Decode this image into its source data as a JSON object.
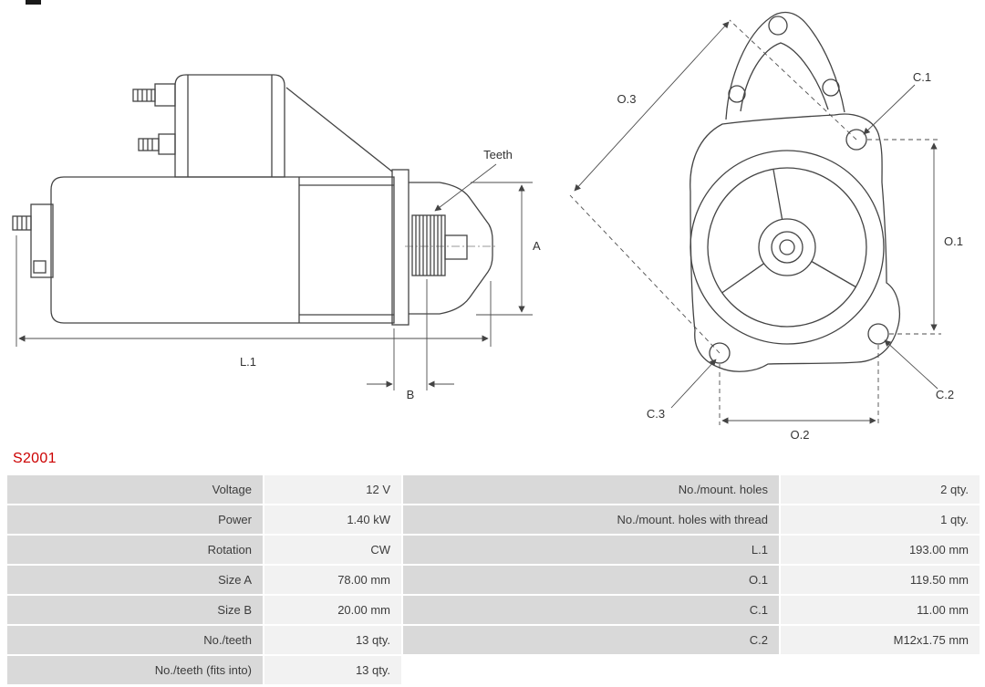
{
  "part_number": "S2001",
  "colors": {
    "part_number": "#cc0000",
    "table_label_bg": "#d9d9d9",
    "table_value_bg": "#f2f2f2",
    "drawing_line": "#444444"
  },
  "drawing": {
    "side_view_labels": {
      "teeth": "Teeth",
      "a": "A",
      "l1": "L.1",
      "b": "B"
    },
    "front_view_labels": {
      "o3": "O.3",
      "c1": "C.1",
      "o1": "O.1",
      "c3": "C.3",
      "c2": "C.2",
      "o2": "O.2"
    }
  },
  "spec_table": {
    "rows": [
      {
        "left_label": "Voltage",
        "left_value": "12 V",
        "right_label": "No./mount. holes",
        "right_value": "2 qty."
      },
      {
        "left_label": "Power",
        "left_value": "1.40 kW",
        "right_label": "No./mount. holes with thread",
        "right_value": "1 qty."
      },
      {
        "left_label": "Rotation",
        "left_value": "CW",
        "right_label": "L.1",
        "right_value": "193.00 mm"
      },
      {
        "left_label": "Size A",
        "left_value": "78.00 mm",
        "right_label": "O.1",
        "right_value": "119.50 mm"
      },
      {
        "left_label": "Size B",
        "left_value": "20.00 mm",
        "right_label": "C.1",
        "right_value": "11.00 mm"
      },
      {
        "left_label": "No./teeth",
        "left_value": "13 qty.",
        "right_label": "C.2",
        "right_value": "M12x1.75 mm"
      },
      {
        "left_label": "No./teeth (fits into)",
        "left_value": "13 qty.",
        "right_label": "",
        "right_value": ""
      }
    ]
  }
}
